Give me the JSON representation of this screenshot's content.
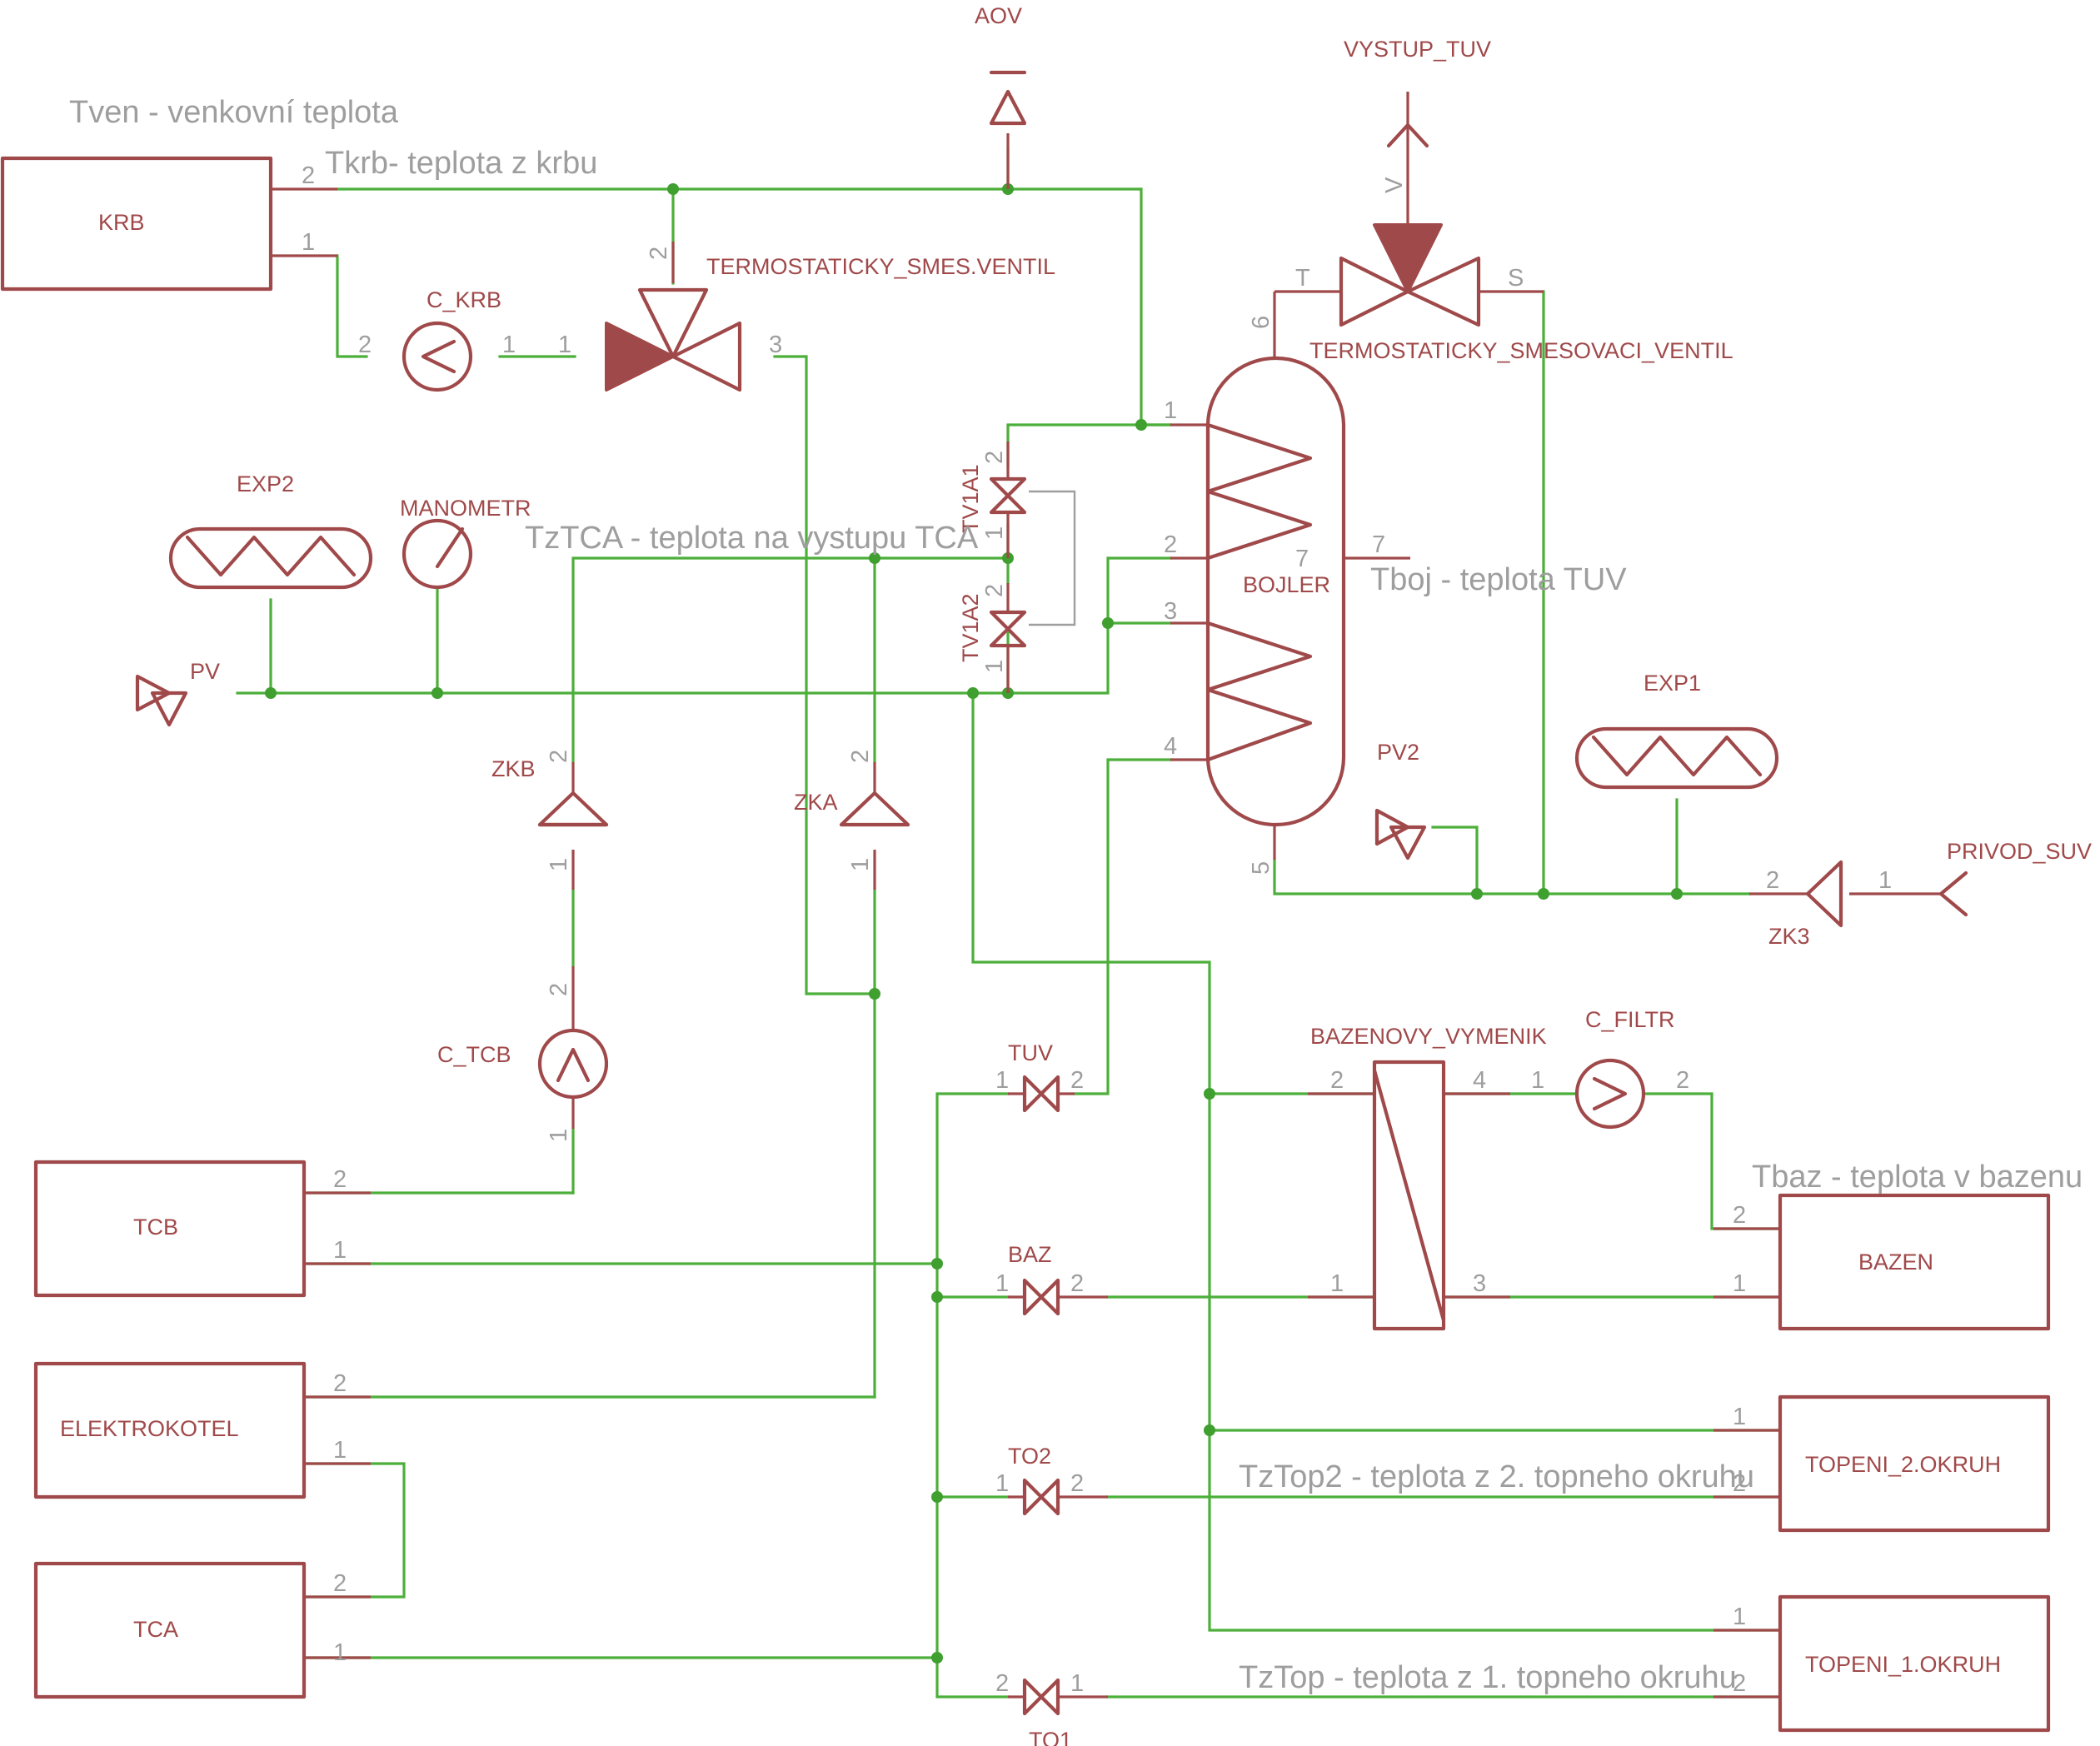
{
  "components": {
    "krb": "KRB",
    "tcb": "TCB",
    "elektrokotel": "ELEKTROKOTEL",
    "tca": "TCA",
    "bazen": "BAZEN",
    "topeni2": "TOPENI_2.OKRUH",
    "topeni1": "TOPENI_1.OKRUH",
    "bojler": "BOJLER",
    "aov": "AOV",
    "vystup_tuv": "VYSTUP_TUV",
    "termostaticky_smes": "TERMOSTATICKY_SMES.VENTIL",
    "termostaticky_smesovaci": "TERMOSTATICKY_SMESOVACI_VENTIL",
    "c_krb": "C_KRB",
    "exp2": "EXP2",
    "manometr": "MANOMETR",
    "pv": "PV",
    "tv1a1": "TV1A1",
    "tv1a2": "TV1A2",
    "zkb": "ZKB",
    "zka": "ZKA",
    "c_tcb": "C_TCB",
    "exp1": "EXP1",
    "pv2": "PV2",
    "privod_suv": "PRIVOD_SUV",
    "zk3": "ZK3",
    "bazenovy_vymenik": "BAZENOVY_VYMENIK",
    "c_filtr": "C_FILTR",
    "tuv": "TUV",
    "baz": "BAZ",
    "to2": "TO2",
    "to1": "TO1"
  },
  "notes": {
    "tven": "Tven - venkovní teplota",
    "tkrb": "Tkrb- teplota z krbu",
    "tztca": "TzTCA - teplota na vystupu TCA",
    "tboj": "Tboj - teplota TUV",
    "tbaz": "Tbaz - teplota v bazenu",
    "tztop2": "TzTop2 - teplota z 2. topneho okruhu",
    "tztop": "TzTop - teplota z 1. topneho okruhu"
  },
  "pins": {
    "p1": "1",
    "p2": "2",
    "p3": "3",
    "p4": "4",
    "p5": "5",
    "p6": "6",
    "p7": "7",
    "t": "T",
    "s": "S",
    "v": "V"
  },
  "colors": {
    "symbol": "#a0494a",
    "wire": "#4caf3a",
    "pin_label": "#9e9e9e"
  }
}
